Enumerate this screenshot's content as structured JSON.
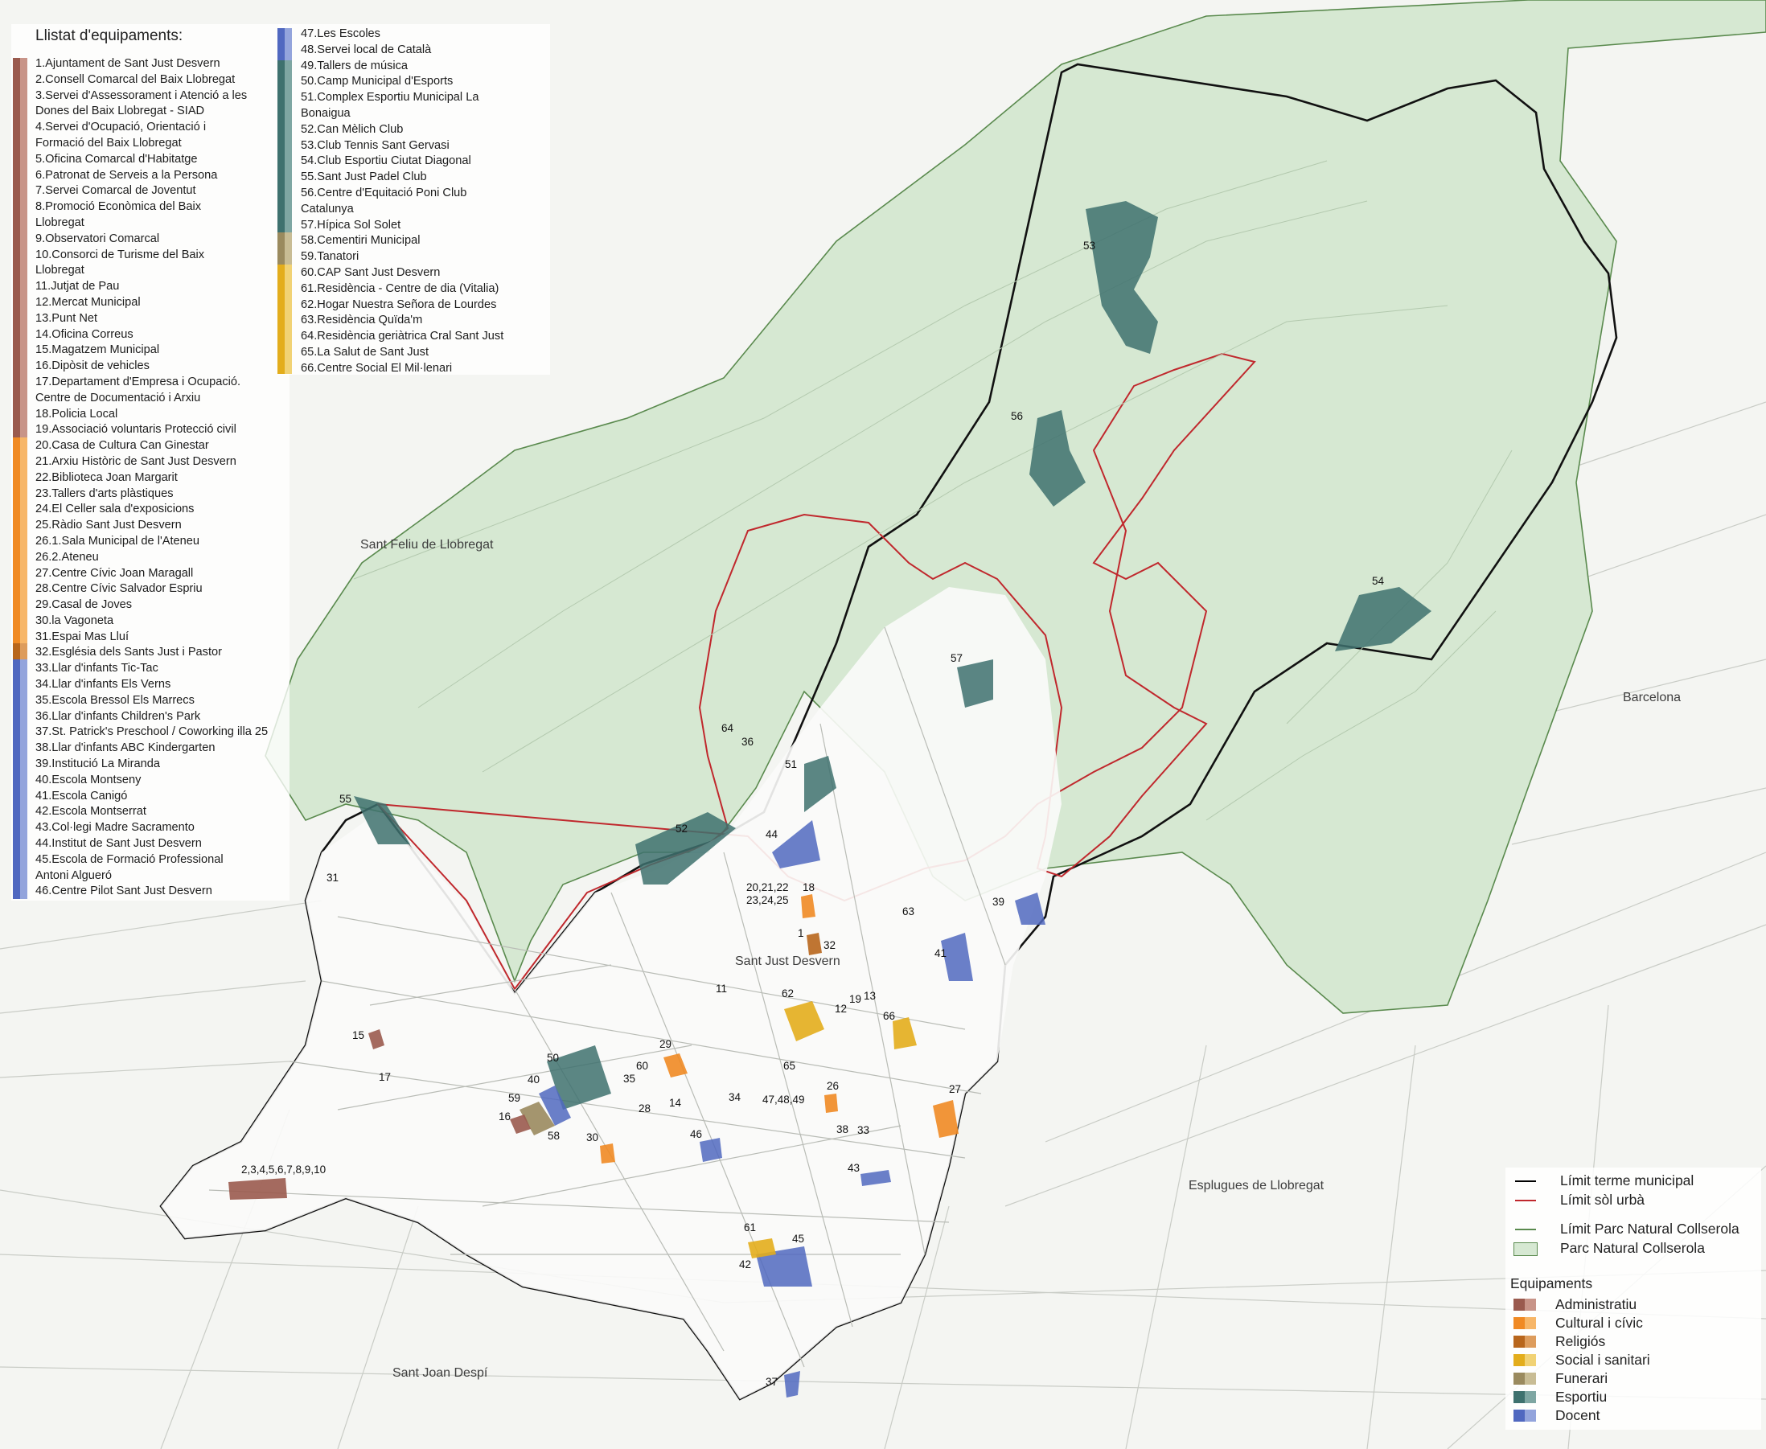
{
  "list_title": "Llistat d'equipaments:",
  "items_left": [
    "1.Ajuntament de Sant Just Desvern",
    "2.Consell Comarcal del Baix Llobregat",
    "3.Servei d'Assessorament i Atenció a les",
    "Dones del Baix Llobregat - SIAD",
    "4.Servei  d'Ocupació, Orientació i",
    "Formació del Baix Llobregat",
    "5.Oficina Comarcal d'Habitatge",
    "6.Patronat de Serveis a la Persona",
    "7.Servei Comarcal de Joventut",
    "8.Promoció Econòmica del Baix",
    "Llobregat",
    "9.Observatori Comarcal",
    "10.Consorci de Turisme del Baix",
    "Llobregat",
    "11.Jutjat de Pau",
    "12.Mercat Municipal",
    "13.Punt Net",
    "14.Oficina Correus",
    "15.Magatzem Municipal",
    "16.Dipòsit de vehicles",
    "17.Departament d'Empresa i Ocupació.",
    "Centre de Documentació i Arxiu",
    "18.Policia Local",
    "19.Associació voluntaris Protecció civil",
    "20.Casa de Cultura Can Ginestar",
    "21.Arxiu Històric de Sant Just Desvern",
    "22.Biblioteca Joan Margarit",
    "23.Tallers d'arts plàstiques",
    "24.El Celler sala d'exposicions",
    "25.Ràdio Sant Just Desvern",
    "26.1.Sala Municipal de l'Ateneu",
    "26.2.Ateneu",
    "27.Centre Cívic Joan Maragall",
    "28.Centre Cívic Salvador Espriu",
    "29.Casal de Joves",
    "30.la Vagoneta",
    "31.Espai Mas Lluí",
    "32.Església dels Sants Just i Pastor",
    "33.Llar d'infants Tic-Tac",
    "34.Llar d'infants Els Verns",
    "35.Escola Bressol Els Marrecs",
    "36.Llar d'infants Children's Park",
    "37.St. Patrick's Preschool / Coworking illa 25",
    "38.Llar d'infants ABC Kindergarten",
    "39.Institució La Miranda",
    "40.Escola Montseny",
    "41.Escola Canigó",
    "42.Escola Montserrat",
    "43.Col·legi Madre Sacramento",
    "44.Institut de Sant Just Desvern",
    "45.Escola de Formació Professional",
    "Antoni Algueró",
    "46.Centre Pilot Sant Just Desvern"
  ],
  "items_right": [
    "47.Les Escoles",
    "48.Servei local de Català",
    "49.Tallers de música",
    "50.Camp Municipal d'Esports",
    "51.Complex Esportiu Municipal La",
    "Bonaigua",
    "52.Can Mèlich Club",
    "53.Club Tennis Sant Gervasi",
    "54.Club Esportiu Ciutat Diagonal",
    "55.Sant Just Padel Club",
    "56.Centre d'Equitació Poni Club",
    "Catalunya",
    "57.Hípica Sol Solet",
    "58.Cementiri Municipal",
    "59.Tanatori",
    "60.CAP Sant Just Desvern",
    "61.Residència - Centre de dia (Vitalia)",
    "62.Hogar Nuestra Señora de Lourdes",
    "63.Residència Quïda'm",
    "64.Residència geriàtrica Cral Sant Just",
    "65.La Salut de Sant Just",
    "66.Centre Social El Mil·lenari"
  ],
  "place_names": {
    "sant_feliu": "Sant Feliu de Llobregat",
    "barcelona": "Barcelona",
    "sant_just": "Sant Just Desvern",
    "esplugues": "Esplugues de Llobregat",
    "sant_joan": "Sant Joan Despí"
  },
  "map_numbers": [
    "53",
    "56",
    "54",
    "57",
    "64",
    "36",
    "51",
    "52",
    "44",
    "55",
    "31",
    "20,21,22",
    "23,24,25",
    "18",
    "63",
    "39",
    "1",
    "32",
    "41",
    "11",
    "62",
    "12",
    "19",
    "13",
    "66",
    "15",
    "50",
    "29",
    "60",
    "35",
    "40",
    "17",
    "59",
    "16",
    "28",
    "14",
    "34",
    "47,48,49",
    "26",
    "27",
    "58",
    "30",
    "46",
    "38",
    "33",
    "43",
    "2,3,4,5,6,7,8,9,10",
    "65",
    "61",
    "45",
    "42",
    "37"
  ],
  "legend": {
    "lines": [
      {
        "label": "Límit terme municipal",
        "color": "#000000"
      },
      {
        "label": "Límit sòl urbà",
        "color": "#c0282d"
      },
      {
        "label": "Límit Parc Natural Collserola",
        "color": "#5a8a4e"
      },
      {
        "label": "Parc Natural Collserola",
        "color": "#d6e8d2"
      }
    ],
    "heading": "Equipaments",
    "categories": [
      {
        "label": "Administratiu",
        "color": "#9a5a4e",
        "light": "#c89488"
      },
      {
        "label": "Cultural i cívic",
        "color": "#f08a24",
        "light": "#f7b668"
      },
      {
        "label": "Religiós",
        "color": "#b8661c",
        "light": "#dd9c5c"
      },
      {
        "label": "Social i sanitari",
        "color": "#e3ad1c",
        "light": "#f1d274"
      },
      {
        "label": "Funerari",
        "color": "#9a8a5e",
        "light": "#c8bc94"
      },
      {
        "label": "Esportiu",
        "color": "#3e716e",
        "light": "#7ea6a2"
      },
      {
        "label": "Docent",
        "color": "#5068c0",
        "light": "#93a4dc"
      }
    ]
  }
}
